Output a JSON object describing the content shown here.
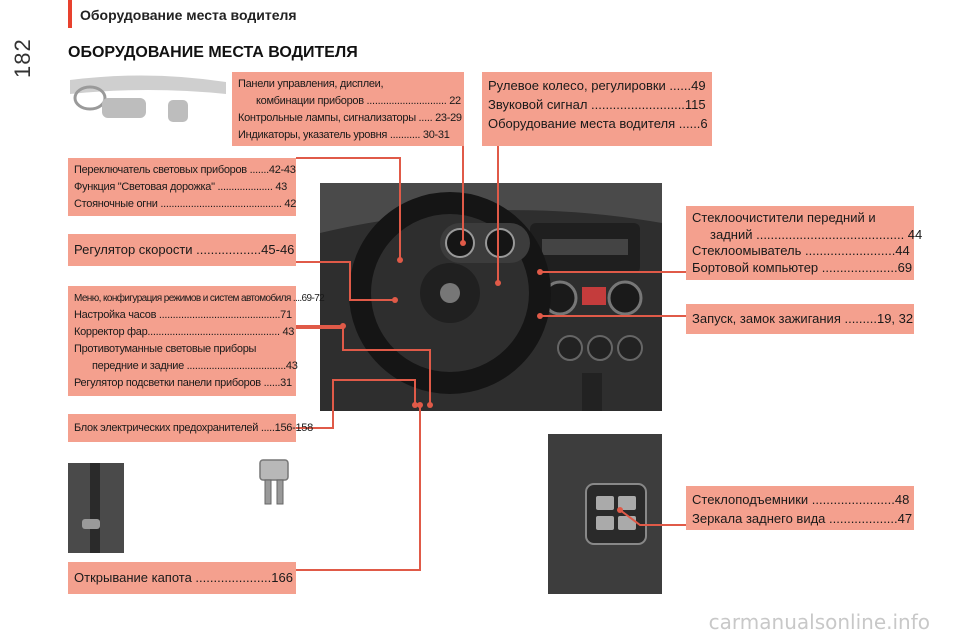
{
  "header": "Оборудование места водителя",
  "page_number": "182",
  "title": "ОБОРУДОВАНИЕ МЕСТА ВОДИТЕЛЯ",
  "boxes": {
    "panels": [
      "Панели управления, дисплеи,",
      "комбинации приборов ............................. 22",
      "Контрольные лампы, сигнализаторы ..... 23-29",
      "Индикаторы, указатель уровня ........... 30-31"
    ],
    "steering": [
      "Рулевое колесо, регулировки ......49",
      "Звуковой сигнал ..........................115",
      "Оборудование места водителя ......6"
    ],
    "lighting": [
      "Переключатель световых приборов .......42-43",
      "Функция \"Световая дорожка\" .................... 43",
      "Стояночные огни ............................................ 42"
    ],
    "speed": [
      "Регулятор скорости ..................45-46"
    ],
    "menu": [
      "Меню, конфигурация режимов и систем автомобиля ....69-72",
      "Настройка часов ............................................71",
      "Корректор фар................................................ 43",
      "Противотуманные световые приборы",
      "передние и задние ....................................43",
      "Регулятор подсветки панели приборов ......31"
    ],
    "fuse": [
      "Блок электрических предохранителей .....156-158"
    ],
    "hood": [
      "Открывание капота .....................166"
    ],
    "wipers": [
      "Стеклоочистители передний и",
      "задний ......................................... 44",
      "Стеклоомыватель .........................44",
      "Бортовой компьютер .....................69"
    ],
    "ignition": [
      "Запуск, замок зажигания .........19, 32"
    ],
    "windows": [
      "Стеклоподъемники .......................48",
      "Зеркала заднего вида ...................47"
    ]
  },
  "watermark": "carmanualsonline.info",
  "colors": {
    "accent": "#e8412e",
    "box": "#f4a08e",
    "line": "#e05a48"
  }
}
